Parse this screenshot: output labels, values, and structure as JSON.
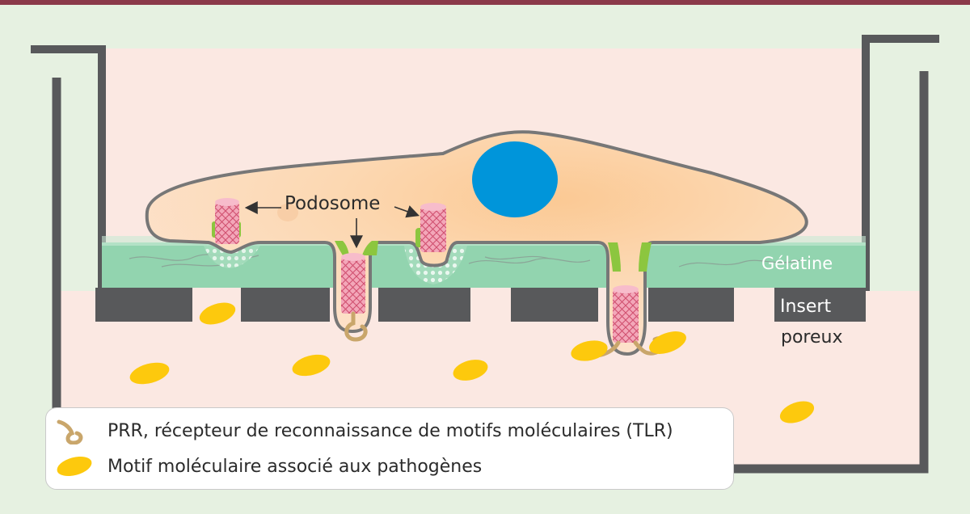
{
  "labels": {
    "podosome": "Podosome",
    "gelatine": "Gélatine",
    "insert_line1": "Insert",
    "insert_line2": "poreux"
  },
  "legend": {
    "prr": "PRR, récepteur de reconnaissance de motifs moléculaires (TLR)",
    "pamp": "Motif moléculaire associé aux pathogènes"
  },
  "colors": {
    "top_bar": "#8b3a4a",
    "background": "#e6f1e1",
    "medium": "#fbe8e2",
    "gelatine": "#92d4af",
    "insert": "#58595b",
    "cell": "#fbd9b6",
    "nucleus": "#0095da",
    "podosome": "#f3a7b9",
    "ring": "#8cc63f",
    "pamp": "#fdc90d",
    "prr": "#c9a66b"
  },
  "icons": {
    "prr": "hook-receptor-icon",
    "pamp": "yellow-ellipse-icon"
  }
}
